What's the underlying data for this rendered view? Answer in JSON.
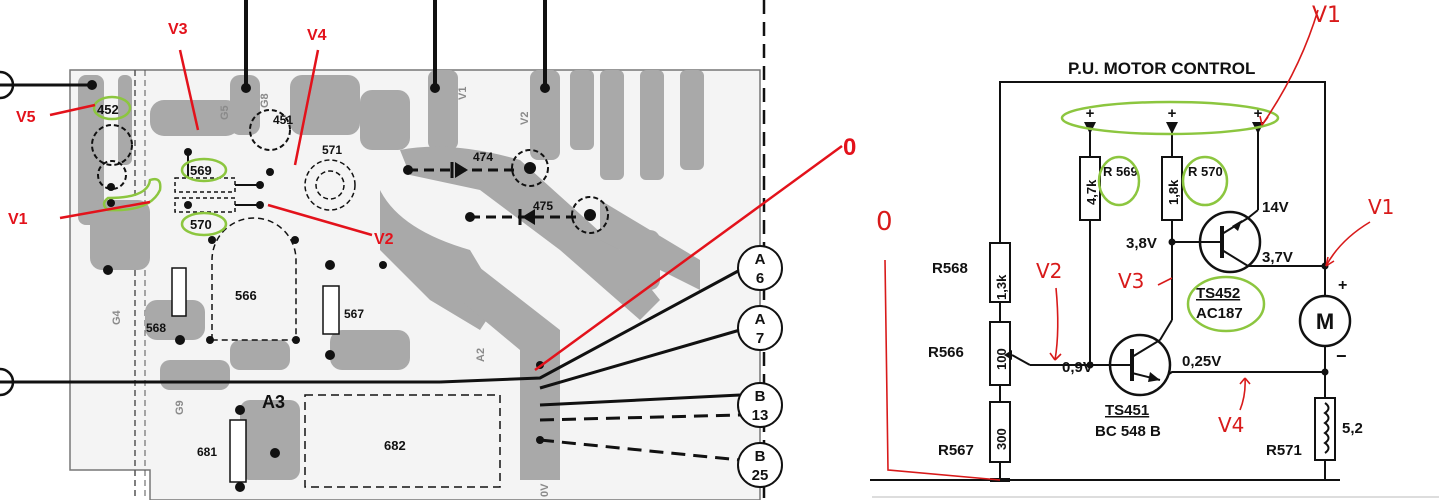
{
  "pcb": {
    "vlabels": {
      "v1": "V1",
      "v2": "V2",
      "v3": "V3",
      "v4": "V4",
      "v5": "V5",
      "zero": "0"
    },
    "circled": {
      "c452": "452",
      "c569": "569",
      "c570": "570"
    },
    "components": {
      "c451": "451",
      "c571": "571",
      "c474": "474",
      "c475": "475",
      "c566": "566",
      "c567": "567",
      "c568": "568",
      "c681": "681",
      "c682": "682",
      "a3": "A3"
    },
    "board_marks": {
      "g4": "G4",
      "g5": "G5",
      "g8": "G8",
      "g9": "G9",
      "v1": "V1",
      "v2": "V2",
      "a2": "A2",
      "ov": "0V"
    },
    "connectors": [
      {
        "letter": "A",
        "number": "6"
      },
      {
        "letter": "A",
        "number": "7"
      },
      {
        "letter": "B",
        "number": "13"
      },
      {
        "letter": "B",
        "number": "25"
      }
    ]
  },
  "schematic": {
    "title": "P.U. MOTOR CONTROL",
    "resistors": {
      "r568_name": "R568",
      "r568_value": "1,3k",
      "r566_name": "R566",
      "r566_value": "100",
      "r567_name": "R567",
      "r567_value": "300",
      "r569_value": "4,7k",
      "r569_circled": "R 569",
      "r570_value": "1,8k",
      "r570_circled": "R 570",
      "r571_name": "R571",
      "r571_value": "5,2"
    },
    "voltages": {
      "v14": "14V",
      "v38": "3,8V",
      "v37": "3,7V",
      "v09": "0,9V",
      "v025": "0,25V"
    },
    "transistors": {
      "ts452_name": "TS452",
      "ts452_type": "AC187",
      "ts451_name": "TS451",
      "ts451_type": "BC 548 B"
    },
    "motor": {
      "label": "M",
      "plus": "+",
      "minus": "−"
    },
    "supply_plus": "+",
    "handwritten": {
      "v1": "V1",
      "v2": "V2",
      "v3": "V3",
      "v4": "V4",
      "v1b": "V1",
      "zero": "0"
    }
  },
  "colors": {
    "annotation_red": "#e3121b",
    "circle_green": "#8cc63f",
    "pcb_gray": "#a9a9a9"
  }
}
